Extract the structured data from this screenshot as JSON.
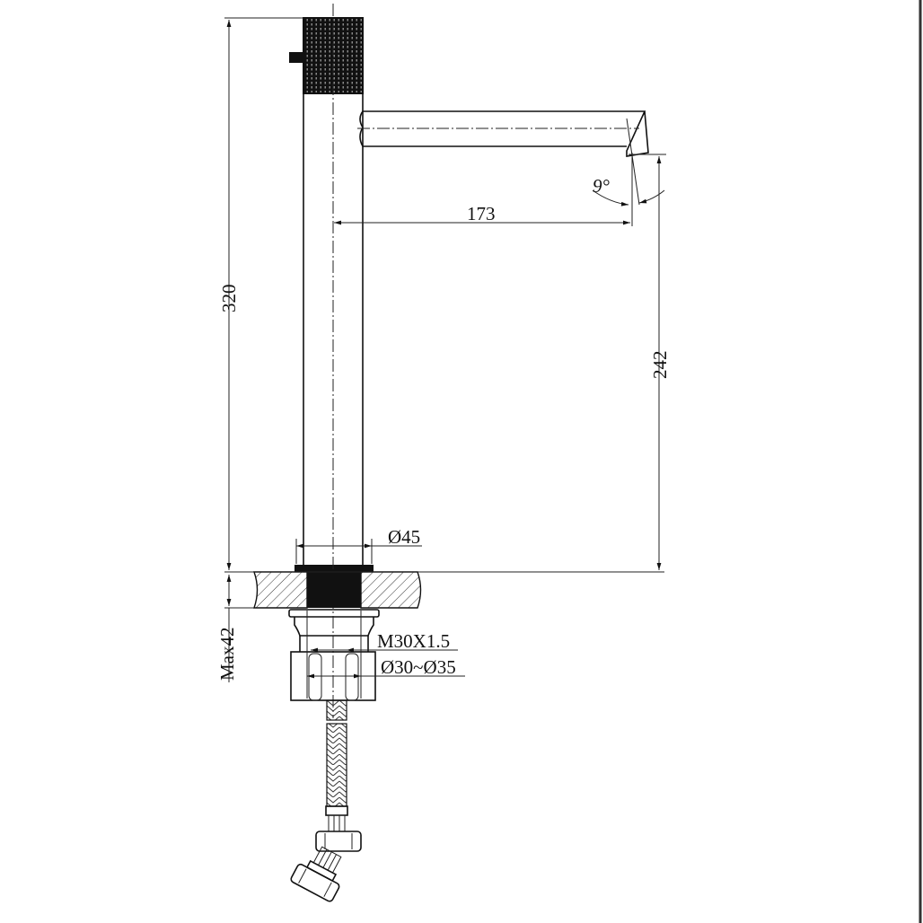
{
  "drawing": {
    "type": "technical drawing - tall basin faucet side elevation",
    "units": "mm",
    "border_color": "#333333"
  },
  "dimensions": {
    "total_height": "320",
    "spout_reach": "173",
    "spout_height": "242",
    "spout_angle": "9°",
    "body_diameter": "Ø45",
    "max_deck_thickness": "Max42",
    "thread": "M30X1.5",
    "hole_diameter": "Ø30~Ø35"
  },
  "parts": [
    {
      "name": "knurled-handle",
      "color": "#111111"
    },
    {
      "name": "lever-pin"
    },
    {
      "name": "body-column"
    },
    {
      "name": "spout"
    },
    {
      "name": "base-ring"
    },
    {
      "name": "countertop-section"
    },
    {
      "name": "threaded-shank"
    },
    {
      "name": "mounting-nut"
    },
    {
      "name": "braided-hose"
    },
    {
      "name": "hose-connector"
    },
    {
      "name": "angled-fitting-nut"
    }
  ]
}
